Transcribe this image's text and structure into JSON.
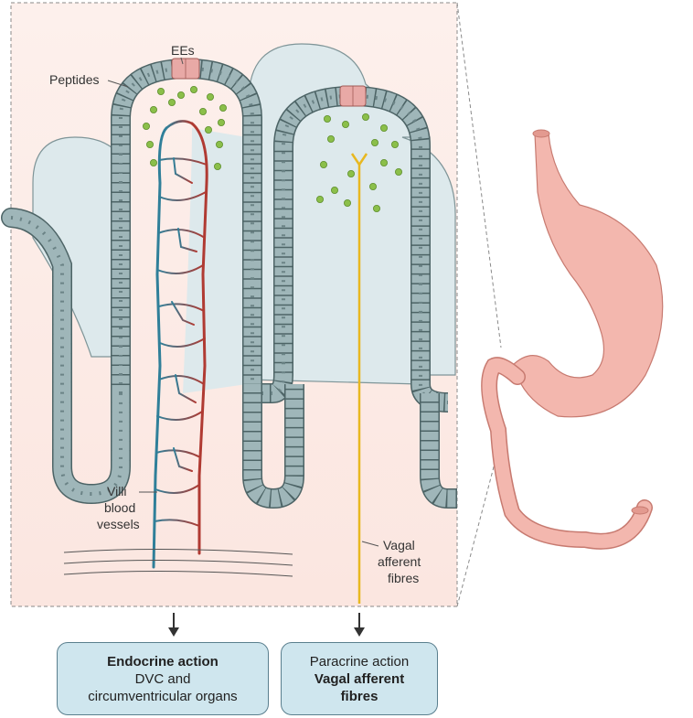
{
  "labels": {
    "ees": "EEs",
    "peptides": "Peptides",
    "villi_vessels": [
      "Villi",
      "blood",
      "vessels"
    ],
    "vagal": [
      "Vagal",
      "afferent",
      "fibres"
    ]
  },
  "boxes": {
    "endocrine": {
      "title": "Endocrine action",
      "line1": "DVC and",
      "line2": "circumventricular organs"
    },
    "paracrine": {
      "line1": "Paracrine action",
      "line2": "Vagal afferent",
      "line3": "fibres"
    }
  },
  "colors": {
    "epithelium": "#9fb6b9",
    "epithelium_outline": "#4d6466",
    "lumen": "#dde9ec",
    "tissue": "#fbe9e4",
    "ee_cell": "#e8a9a6",
    "artery": "#b03a32",
    "vein": "#2f7f99",
    "vagal_nerve": "#e8b820",
    "peptide": "#8bbf4a",
    "stomach": "#f3b7ae",
    "box_fill": "#cfe6ee"
  }
}
